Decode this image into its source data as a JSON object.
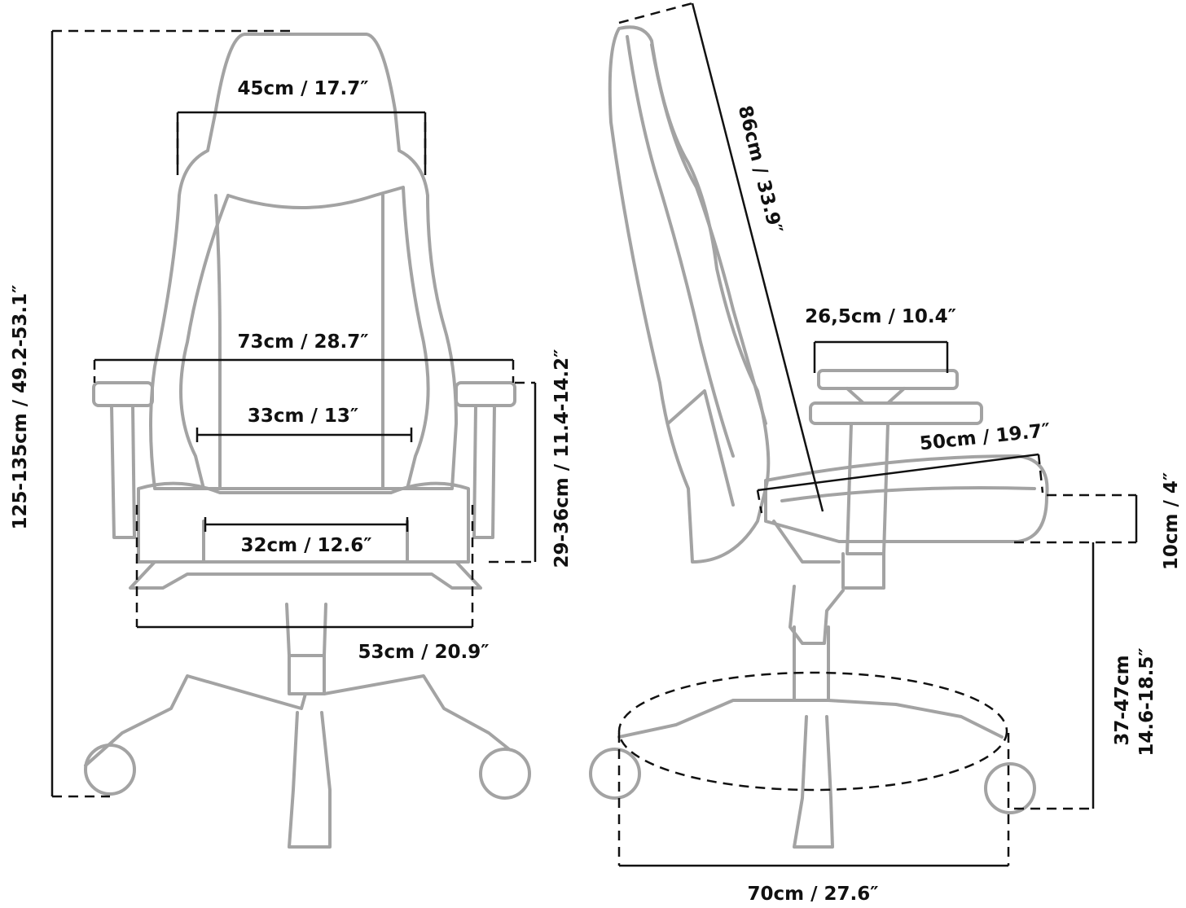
{
  "front_view": {
    "headrest_width": "45cm / 17.7″",
    "armrest_span": "73cm / 28.7″",
    "backrest_width": "33cm / 13″",
    "seat_width": "32cm / 12.6″",
    "seat_base_width": "53cm / 20.9″",
    "total_height": "125-135cm / 49.2-53.1″",
    "armrest_height": "29-36cm / 11.4-14.2″"
  },
  "side_view": {
    "backrest_height": "86cm / 33.9″",
    "armrest_length": "26,5cm / 10.4″",
    "seat_depth": "50cm / 19.7″",
    "seat_thickness": "10cm / 4″",
    "seat_height_cm": "37-47cm",
    "seat_height_in": "14.6-18.5″",
    "base_diameter": "70cm / 27.6″"
  }
}
